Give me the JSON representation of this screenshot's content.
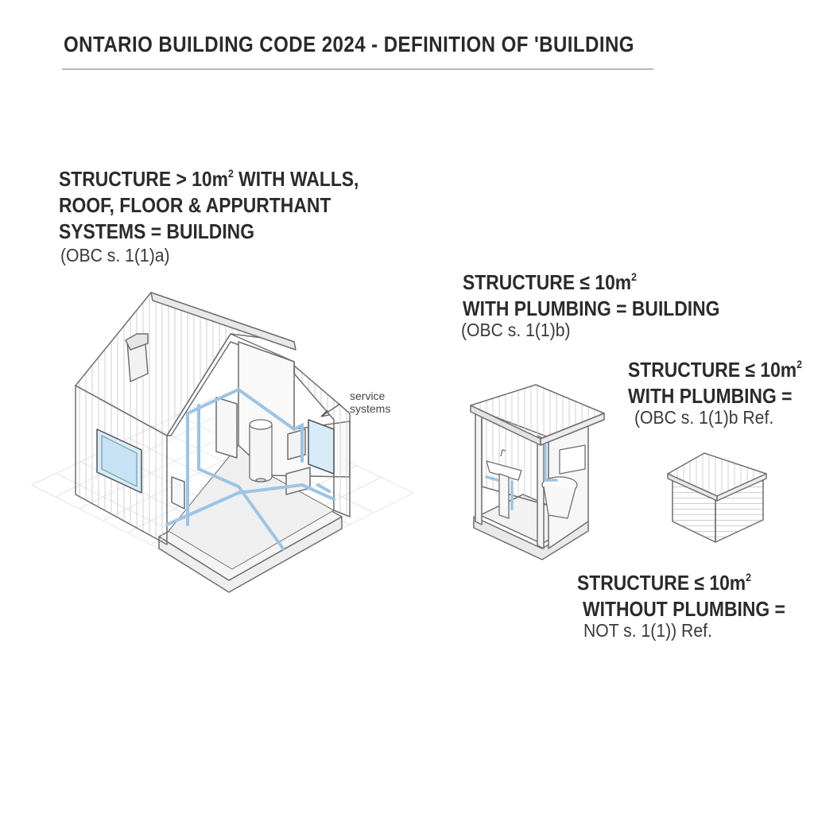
{
  "title": "ONTARIO BUILDING CODE 2024 - DEFINITION OF 'BUILDING",
  "house": {
    "label_line1_pre": "STRUCTURE > 10m",
    "label_line1_sup": "2",
    "label_line1_post": " WITH WALLS,",
    "label_line2": "ROOF, FLOOR & APPURTHANT",
    "label_line3": "SYSTEMS = BUILDING",
    "ref": "(OBC s. 1(1)a)",
    "callout_line1": "service",
    "callout_line2": "systems"
  },
  "washroom": {
    "label_line1_pre": "STRUCTURE ≤ 10m",
    "label_line1_sup": "2",
    "label_line2": "WITH PLUMBING = BUILDING",
    "ref": "(OBC s. 1(1)b)"
  },
  "washroom_repeat": {
    "label_line1_pre": "STRUCTURE ≤ 10m",
    "label_line1_sup": "2",
    "label_line2": "WITH PLUMBING =",
    "ref": "(OBC s. 1(1)b  Ref."
  },
  "shed": {
    "label_line1_pre": "STRUCTURE ≤ 10m",
    "label_line1_sup": "2",
    "label_line2": "WITHOUT PLUMBING =",
    "ref": "NOT s. 1(1))   Ref."
  },
  "colors": {
    "line": "#6f6f6f",
    "pipe": "#9cc4e4",
    "glass": "#d6ecf8",
    "grid": "#e3e3e3"
  }
}
